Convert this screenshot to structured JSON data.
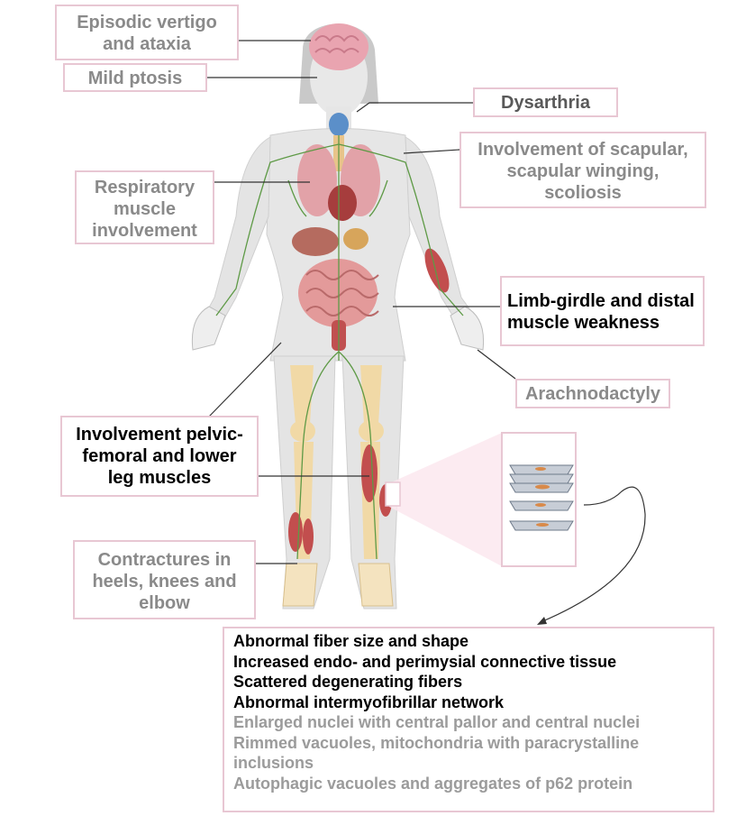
{
  "labels": {
    "vertigo": [
      "Episodic vertigo",
      "and ataxia"
    ],
    "ptosis": "Mild ptosis",
    "dysarthria": "Dysarthria",
    "scapular": [
      "Involvement of scapular,",
      "scapular winging,",
      "scoliosis"
    ],
    "respiratory": [
      "Respiratory",
      "muscle",
      "involvement"
    ],
    "limb_girdle": [
      "Limb-girdle and distal",
      "muscle weakness"
    ],
    "arachnodactyly": "Arachnodactyly",
    "pelvic": [
      "Involvement pelvic-",
      "femoral and lower",
      "leg muscles"
    ],
    "contractures": [
      "Contractures in",
      "heels, knees and",
      "elbow"
    ]
  },
  "findings": [
    "Abnormal fiber size and shape",
    "Increased endo- and perimysial connective tissue",
    "Scattered degenerating fibers",
    "Abnormal intermyofibrillar network",
    "Enlarged nuclei with central pallor and central nuclei",
    "Rimmed vacuoles, mitochondria with paracrystalline inclusions",
    "Autophagic vacuoles and aggregates of p62 protein"
  ],
  "colors": {
    "box_border": "#e8c7d3",
    "skin": "#e6e6e6",
    "organ": "#d98a8a",
    "muscle": "#b84848",
    "bone": "#f1d9a6",
    "nerve": "#5e9a46",
    "thyroid": "#5b8fc9"
  }
}
